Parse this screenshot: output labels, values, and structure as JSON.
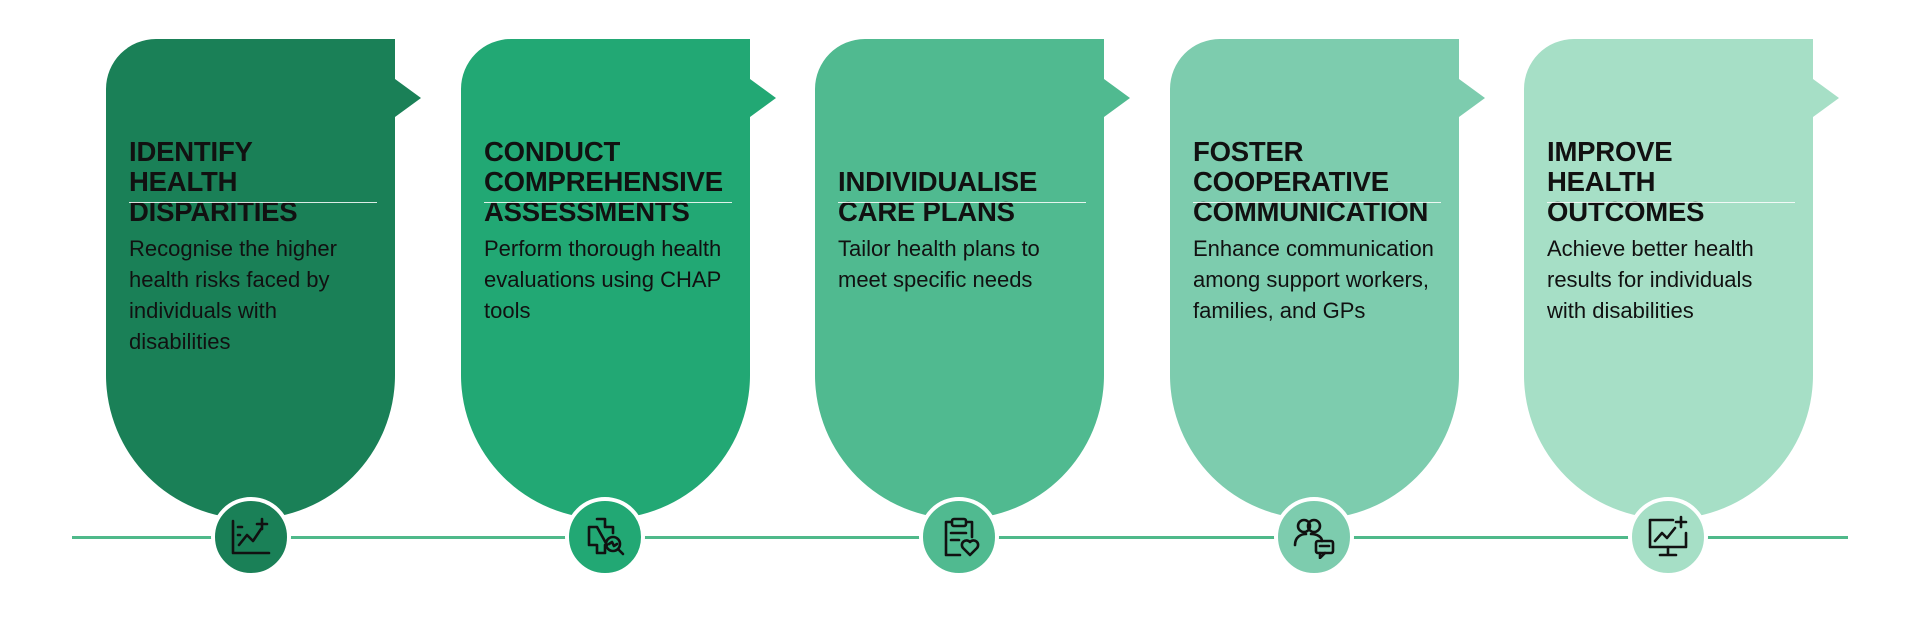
{
  "steps": [
    {
      "title_lines": [
        "IDENTIFY",
        "HEALTH",
        "DISPARITIES"
      ],
      "description": "Recognise the higher health risks faced by individuals with disabilities",
      "color": "#1a8057",
      "text_color": "#111111",
      "icon": "chart-plus-icon"
    },
    {
      "title_lines": [
        "CONDUCT",
        "COMPREHENSIVE",
        "ASSESSMENTS"
      ],
      "description": "Perform thorough health evaluations using CHAP tools",
      "color": "#22a874",
      "text_color": "#111111",
      "icon": "medical-cross-search-icon"
    },
    {
      "title_lines": [
        "INDIVIDUALISE",
        "CARE PLANS"
      ],
      "description": "Tailor health plans to meet specific needs",
      "color": "#50ba90",
      "text_color": "#111111",
      "icon": "clipboard-heart-icon"
    },
    {
      "title_lines": [
        "FOSTER",
        "COOPERATIVE",
        "COMMUNICATION"
      ],
      "description": "Enhance communication among support workers, families, and GPs",
      "color": "#7dccae",
      "text_color": "#111111",
      "icon": "people-chat-icon"
    },
    {
      "title_lines": [
        "IMPROVE",
        "HEALTH",
        "OUTCOMES"
      ],
      "description": "Achieve better health results for individuals with disabilities",
      "color": "#a6dfc6",
      "text_color": "#111111",
      "icon": "monitor-chart-plus-icon"
    }
  ],
  "timeline_color": "#4fb98a"
}
